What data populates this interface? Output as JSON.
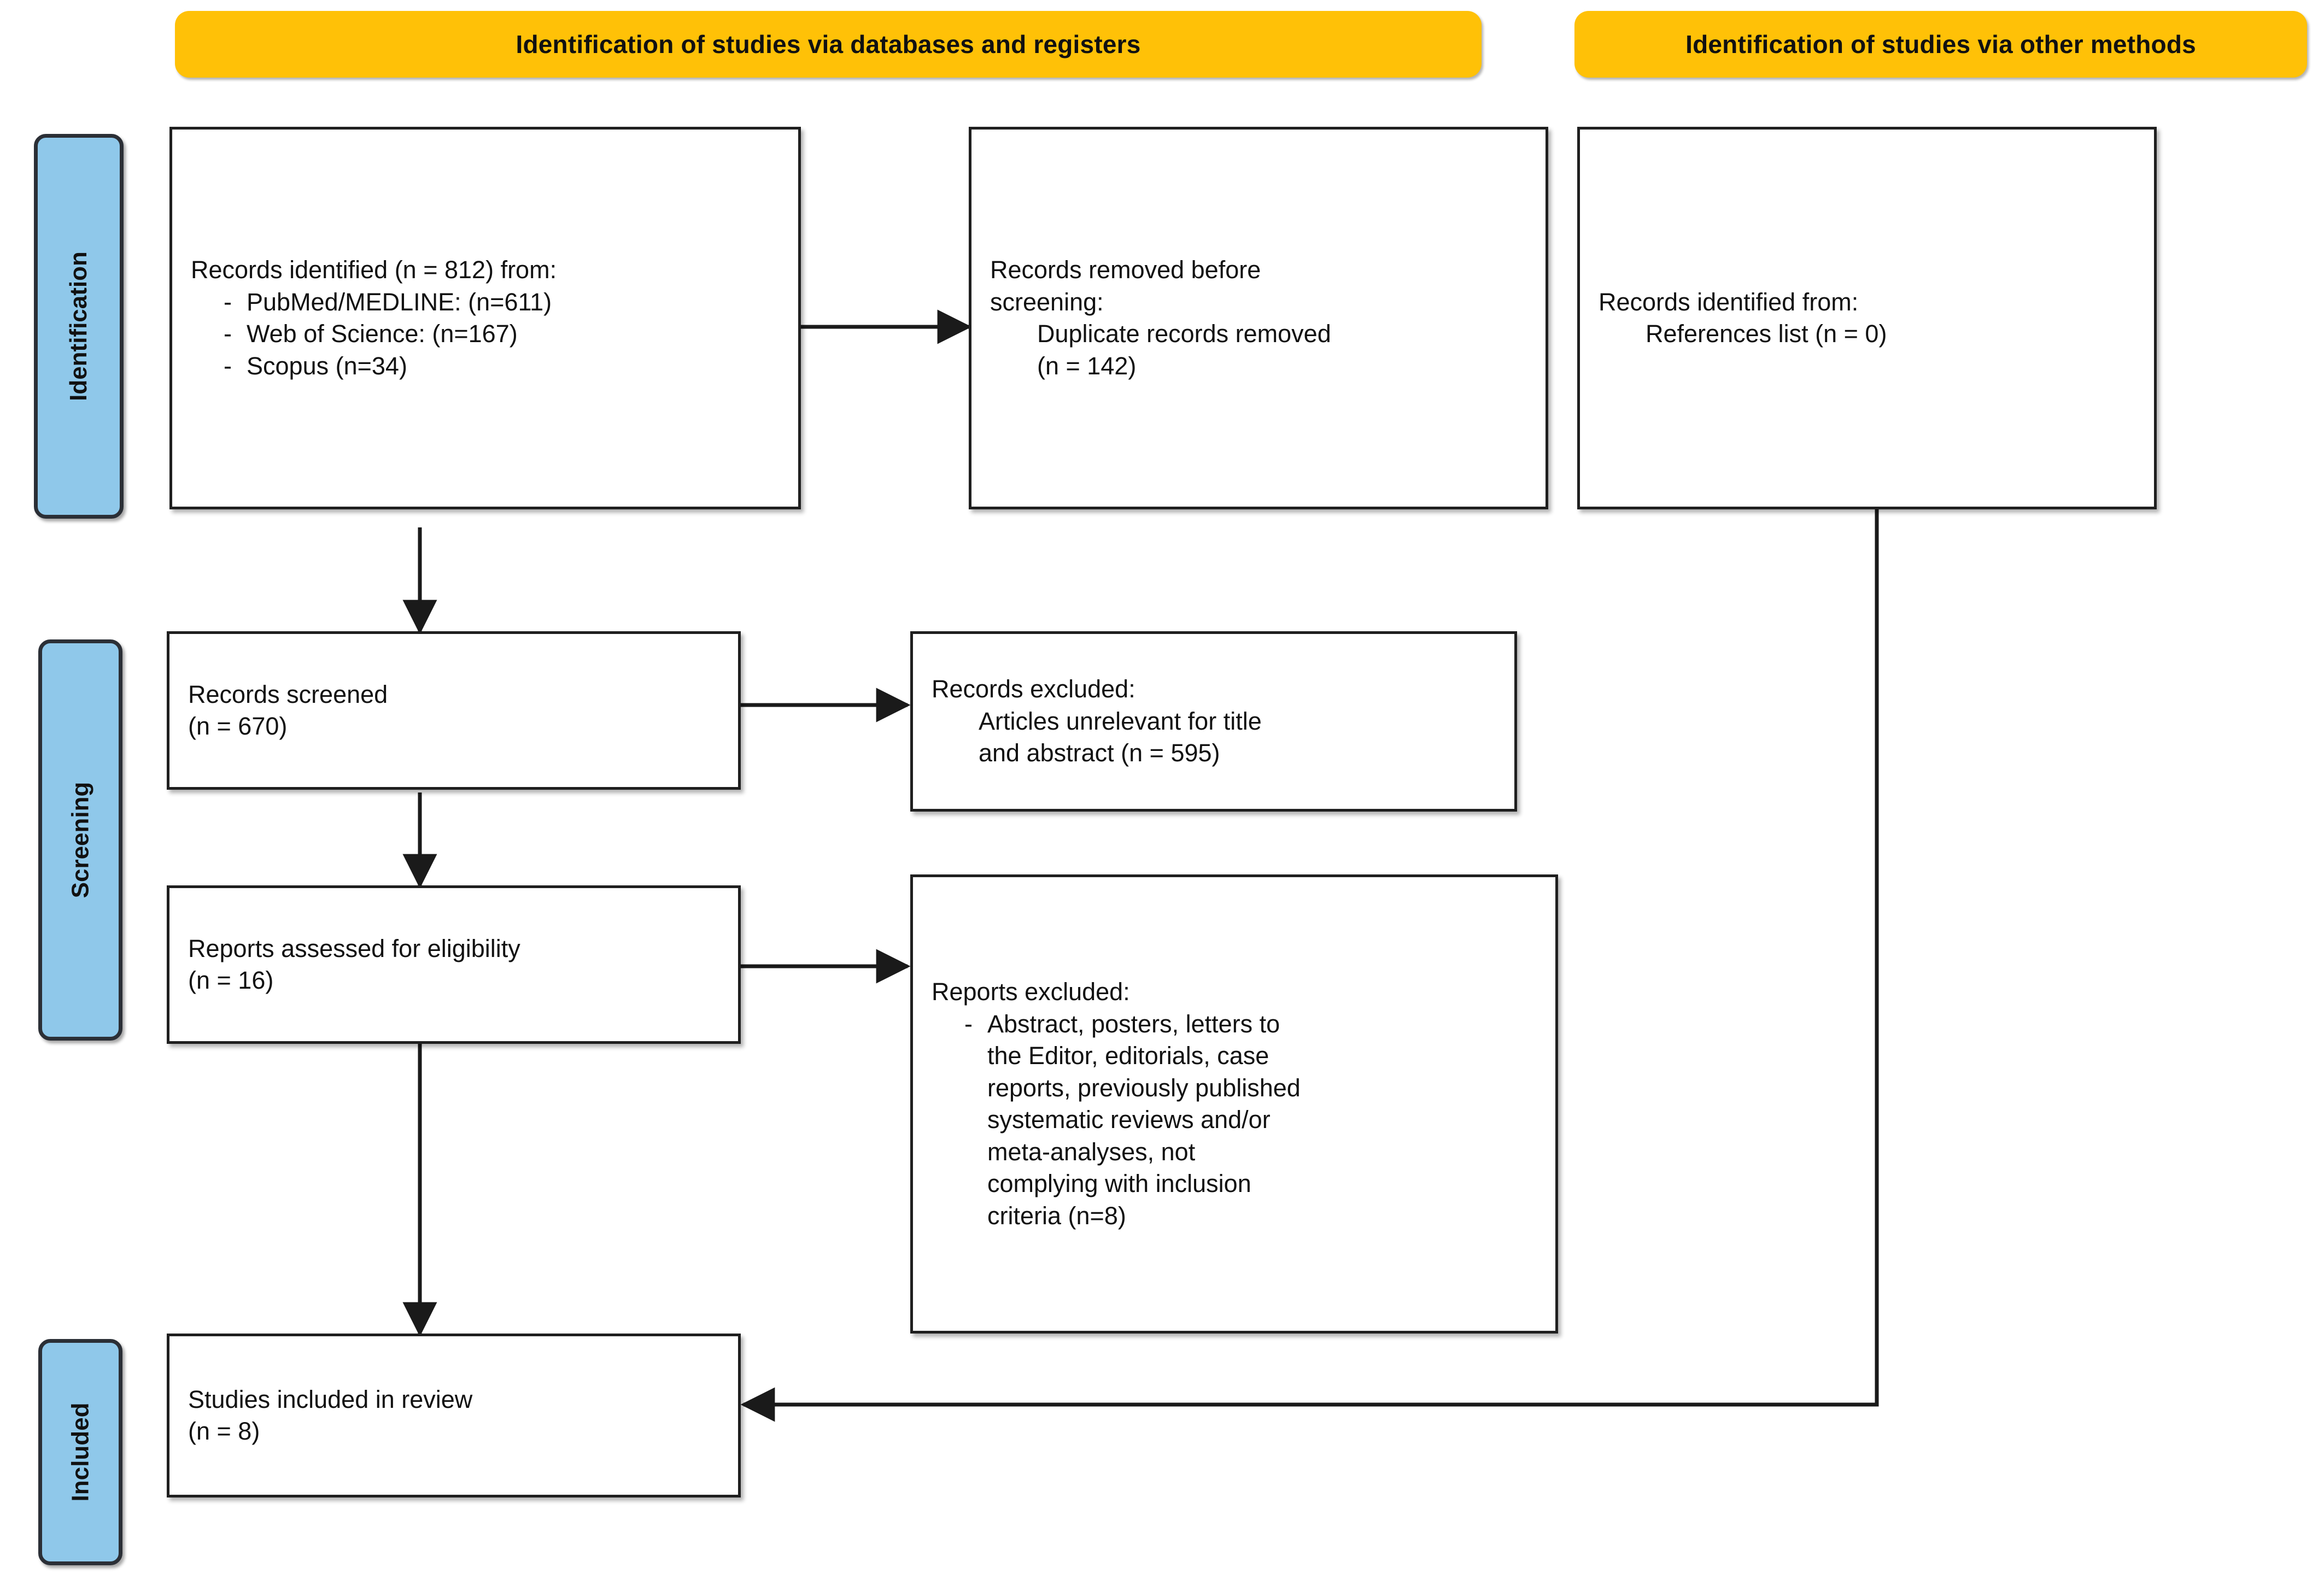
{
  "diagram": {
    "title": "PRISMA 2020 flow diagram",
    "colors": {
      "banner": "#FFC107",
      "stage_pill": "#8FC8EA",
      "box_border": "#1F1F1F",
      "connector": "#1A1A1A"
    }
  },
  "banners": {
    "databases": "Identification of studies via databases and registers",
    "other": "Identification of studies via other methods"
  },
  "stages": {
    "identification": "Identification",
    "screening": "Screening",
    "included": "Included"
  },
  "boxes": {
    "records_identified": {
      "heading": "Records identified (n = 812) from:",
      "bullets": [
        {
          "marker": "-",
          "text": "PubMed/MEDLINE: (n=611)"
        },
        {
          "marker": "-",
          "text": "Web of Science: (n=167)"
        },
        {
          "marker": "-",
          "text": "Scopus (n=34)"
        }
      ]
    },
    "records_removed": {
      "line1_normal": "Records removed ",
      "line1_italic": "before",
      "line2_italic": "screening",
      "line2_normal": ":",
      "sub1": "Duplicate records removed",
      "sub2": "(n = 142)"
    },
    "other_methods": {
      "heading": "Records identified from:",
      "sub1": "References list (n = 0)"
    },
    "records_screened": {
      "line1": "Records screened",
      "line2": "(n = 670)"
    },
    "records_excluded": {
      "heading": "Records excluded:",
      "sub1": "Articles unrelevant for title",
      "sub2": "and abstract (n = 595)"
    },
    "reports_assessed": {
      "line1": "Reports assessed for eligibility",
      "line2": "(n = 16)"
    },
    "reports_excluded": {
      "heading": "Reports excluded:",
      "bullet_marker": "-",
      "bullet_lines": [
        "Abstract, posters, letters to",
        "the Editor, editorials, case",
        "reports, previously published",
        "systematic reviews and/or",
        "meta-analyses, not",
        "complying with inclusion",
        "criteria (n=8)"
      ]
    },
    "studies_included": {
      "line1": "Studies included in review",
      "line2": "(n = 8)"
    }
  },
  "chart_data": {
    "type": "diagram",
    "title": "PRISMA 2020 flow diagram",
    "nodes": [
      {
        "id": "records_identified",
        "stage": "Identification",
        "branch": "databases",
        "n": 812,
        "sources": [
          {
            "name": "PubMed/MEDLINE",
            "n": 611
          },
          {
            "name": "Web of Science",
            "n": 167
          },
          {
            "name": "Scopus",
            "n": 34
          }
        ]
      },
      {
        "id": "records_removed",
        "stage": "Identification",
        "branch": "databases",
        "n": 142,
        "reason": "Duplicate records removed"
      },
      {
        "id": "other_methods",
        "stage": "Identification",
        "branch": "other",
        "n": 0,
        "source": "References list"
      },
      {
        "id": "records_screened",
        "stage": "Screening",
        "branch": "databases",
        "n": 670
      },
      {
        "id": "records_excluded",
        "stage": "Screening",
        "branch": "databases",
        "n": 595,
        "reason": "Articles unrelevant for title and abstract"
      },
      {
        "id": "reports_assessed",
        "stage": "Screening",
        "branch": "databases",
        "n": 16
      },
      {
        "id": "reports_excluded",
        "stage": "Screening",
        "branch": "databases",
        "n": 8,
        "reason": "Abstract, posters, letters to the Editor, editorials, case reports, previously published systematic reviews and/or meta-analyses, not complying with inclusion criteria"
      },
      {
        "id": "studies_included",
        "stage": "Included",
        "branch": "both",
        "n": 8
      }
    ],
    "edges": [
      {
        "from": "records_identified",
        "to": "records_removed",
        "direction": "right"
      },
      {
        "from": "records_identified",
        "to": "records_screened",
        "direction": "down"
      },
      {
        "from": "records_screened",
        "to": "records_excluded",
        "direction": "right"
      },
      {
        "from": "records_screened",
        "to": "reports_assessed",
        "direction": "down"
      },
      {
        "from": "reports_assessed",
        "to": "reports_excluded",
        "direction": "right"
      },
      {
        "from": "reports_assessed",
        "to": "studies_included",
        "direction": "down"
      },
      {
        "from": "other_methods",
        "to": "studies_included",
        "direction": "down-left"
      }
    ]
  }
}
